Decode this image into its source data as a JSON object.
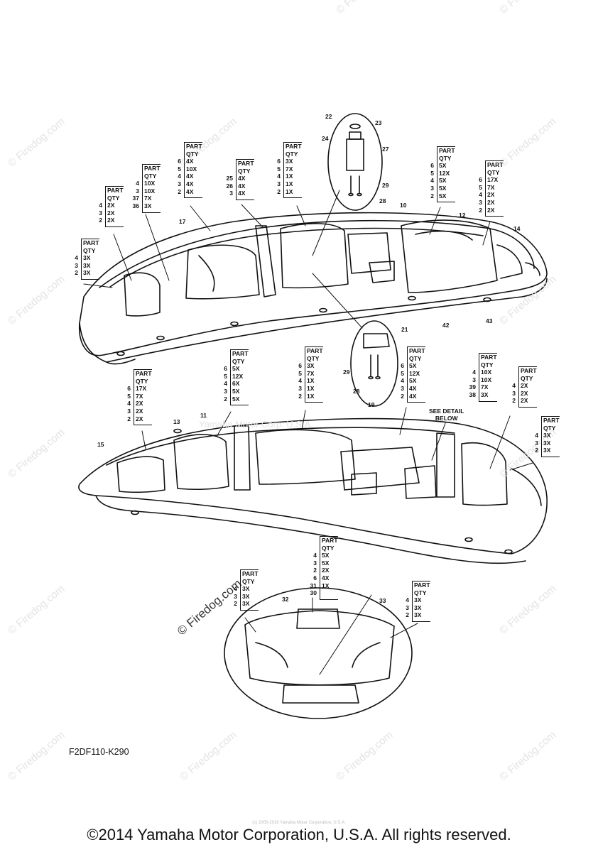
{
  "watermark": {
    "text": "© Firedog.com",
    "watermark_center": "Yamaha Motor Corp. U.S.A."
  },
  "model_code": "F2DF110-K290",
  "copyright": "©2014 Yamaha Motor Corporation, U.S.A. All rights reserved.",
  "tiny_copyright": "(c) 2005-2016 Yamaha Motor Corporation, U.S.A.",
  "detail_note": [
    "SEE DETAIL",
    "BELOW"
  ],
  "table_header": [
    "PART",
    "QTY"
  ],
  "qty_tables": [
    {
      "id": "t46",
      "rows": [
        [
          "4",
          "3X"
        ],
        [
          "3",
          "3X"
        ],
        [
          "2",
          "3X"
        ]
      ]
    },
    {
      "id": "t44",
      "rows": [
        [
          "4",
          "2X"
        ],
        [
          "3",
          "2X"
        ],
        [
          "2",
          "2X"
        ]
      ]
    },
    {
      "id": "t36",
      "rows": [
        [
          "4",
          "10X"
        ],
        [
          "3",
          "10X"
        ],
        [
          "37",
          "7X"
        ],
        [
          "36",
          "3X"
        ]
      ]
    },
    {
      "id": "t16",
      "rows": [
        [
          "6",
          "4X"
        ],
        [
          "5",
          "10X"
        ],
        [
          "4",
          "4X"
        ],
        [
          "3",
          "4X"
        ],
        [
          "2",
          "4X"
        ]
      ]
    },
    {
      "id": "t20",
      "rows": [
        [
          "25",
          "4X"
        ],
        [
          "26",
          "4X"
        ],
        [
          "3",
          "4X"
        ]
      ]
    },
    {
      "id": "t34",
      "rows": [
        [
          "6",
          "3X"
        ],
        [
          "5",
          "7X"
        ],
        [
          "4",
          "1X"
        ],
        [
          "3",
          "1X"
        ],
        [
          "2",
          "1X"
        ]
      ]
    },
    {
      "id": "t8",
      "rows": [
        [
          "6",
          "5X"
        ],
        [
          "5",
          "12X"
        ],
        [
          "4",
          "5X"
        ],
        [
          "3",
          "5X"
        ],
        [
          "2",
          "5X"
        ]
      ]
    },
    {
      "id": "t1",
      "rows": [
        [
          "6",
          "17X"
        ],
        [
          "5",
          "7X"
        ],
        [
          "4",
          "2X"
        ],
        [
          "3",
          "2X"
        ],
        [
          "2",
          "2X"
        ]
      ]
    },
    {
      "id": "t7",
      "rows": [
        [
          "6",
          "17X"
        ],
        [
          "5",
          "7X"
        ],
        [
          "4",
          "2X"
        ],
        [
          "3",
          "2X"
        ],
        [
          "2",
          "2X"
        ]
      ]
    },
    {
      "id": "t9",
      "rows": [
        [
          "6",
          "5X"
        ],
        [
          "5",
          "12X"
        ],
        [
          "4",
          "6X"
        ],
        [
          "3",
          "5X"
        ],
        [
          "2",
          "5X"
        ]
      ]
    },
    {
      "id": "t35",
      "rows": [
        [
          "6",
          "3X"
        ],
        [
          "5",
          "7X"
        ],
        [
          "4",
          "1X"
        ],
        [
          "3",
          "1X"
        ],
        [
          "2",
          "1X"
        ]
      ]
    },
    {
      "id": "t18",
      "rows": [
        [
          "6",
          "5X"
        ],
        [
          "5",
          "12X"
        ],
        [
          "4",
          "5X"
        ],
        [
          "3",
          "4X"
        ],
        [
          "2",
          "4X"
        ]
      ]
    },
    {
      "id": "t38",
      "rows": [
        [
          "4",
          "10X"
        ],
        [
          "3",
          "10X"
        ],
        [
          "39",
          "7X"
        ],
        [
          "38",
          "3X"
        ]
      ]
    },
    {
      "id": "t45",
      "rows": [
        [
          "4",
          "2X"
        ],
        [
          "3",
          "2X"
        ],
        [
          "2",
          "2X"
        ]
      ]
    },
    {
      "id": "t47",
      "rows": [
        [
          "4",
          "3X"
        ],
        [
          "3",
          "3X"
        ],
        [
          "2",
          "3X"
        ]
      ]
    },
    {
      "id": "t30",
      "rows": [
        [
          "4",
          "5X"
        ],
        [
          "3",
          "5X"
        ],
        [
          "2",
          "2X"
        ],
        [
          "6",
          "4X"
        ],
        [
          "31",
          "1X"
        ],
        [
          "30",
          ""
        ]
      ]
    },
    {
      "id": "t41",
      "rows": [
        [
          "4",
          "3X"
        ],
        [
          "3",
          "3X"
        ],
        [
          "2",
          "3X"
        ]
      ]
    },
    {
      "id": "t40",
      "rows": [
        [
          "4",
          "3X"
        ],
        [
          "3",
          "3X"
        ],
        [
          "2",
          "3X"
        ]
      ]
    }
  ],
  "callouts": {
    "c22": "22",
    "c23": "23",
    "c24": "24",
    "c27": "27",
    "c29a": "29",
    "c28a": "28",
    "c10": "10",
    "c12": "12",
    "c14": "14",
    "c17": "17",
    "c42": "42",
    "c43": "43",
    "c21": "21",
    "c29b": "29",
    "c28b": "28",
    "c13": "13",
    "c11": "11",
    "c15": "15",
    "c19": "19",
    "c32": "32",
    "c33": "33"
  }
}
